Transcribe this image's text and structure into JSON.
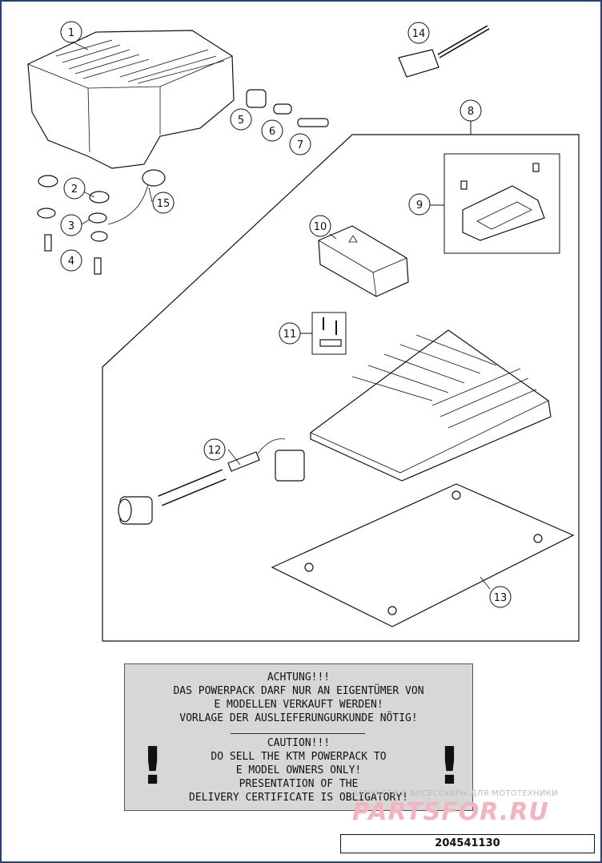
{
  "callouts": [
    {
      "id": "1",
      "label": "1"
    },
    {
      "id": "2",
      "label": "2"
    },
    {
      "id": "3",
      "label": "3"
    },
    {
      "id": "4",
      "label": "4"
    },
    {
      "id": "5",
      "label": "5"
    },
    {
      "id": "6",
      "label": "6"
    },
    {
      "id": "7",
      "label": "7"
    },
    {
      "id": "8",
      "label": "8"
    },
    {
      "id": "9",
      "label": "9"
    },
    {
      "id": "10",
      "label": "10"
    },
    {
      "id": "11",
      "label": "11"
    },
    {
      "id": "12",
      "label": "12"
    },
    {
      "id": "13",
      "label": "13"
    },
    {
      "id": "14",
      "label": "14"
    },
    {
      "id": "15",
      "label": "15"
    }
  ],
  "warning": {
    "de_lines": [
      "ACHTUNG!!!",
      "DAS POWERPACK DARF NUR AN EIGENTÜMER VON",
      "E MODELLEN VERKAUFT WERDEN!",
      "VORLAGE DER AUSLIEFERUNGURKUNDE NÖTIG!"
    ],
    "en_lines": [
      "CAUTION!!!",
      "DO SELL THE KTM POWERPACK TO",
      "E MODEL OWNERS ONLY!",
      "PRESENTATION OF THE",
      "DELIVERY CERTIFICATE IS OBLIGATORY!"
    ],
    "bang_left": "!",
    "bang_right": "!"
  },
  "watermark": {
    "tagline": "ЗАПЧАСТИ И АКСЕССУАРЫ ДЛЯ МОТОТЕХНИКИ",
    "logo": "PARTSFOR.RU"
  },
  "document": {
    "part_number": "204541130"
  },
  "colors": {
    "frame": "#2a3f7a",
    "warning_bg": "#d7d7d7",
    "watermark": "#f4b3c0"
  }
}
